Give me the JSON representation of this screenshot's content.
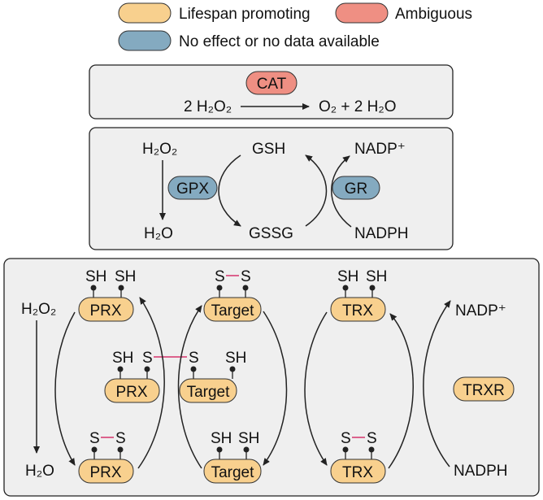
{
  "legend": {
    "lifespan_promoting": "Lifespan promoting",
    "ambiguous": "Ambiguous",
    "no_effect": "No effect or no data available"
  },
  "colors": {
    "lifespan_promoting": "#f8d08e",
    "ambiguous": "#ef8f83",
    "no_effect": "#84aac0",
    "panel_fill": "#efefef",
    "panel_stroke": "#222222",
    "disulfide": "#d6336c"
  },
  "catalase": {
    "enzyme": "CAT",
    "reaction_left": "2 H₂O₂",
    "reaction_right": "O₂ + 2 H₂O"
  },
  "glutathione": {
    "h2o2": "H₂O₂",
    "h2o": "H₂O",
    "gpx": "GPX",
    "gsh": "GSH",
    "gssg": "GSSG",
    "gr": "GR",
    "nadp": "NADP⁺",
    "nadph": "NADPH"
  },
  "thioredoxin": {
    "h2o2": "H₂O₂",
    "h2o": "H₂O",
    "prx": "PRX",
    "target": "Target",
    "trx": "TRX",
    "trxr": "TRXR",
    "nadp": "NADP⁺",
    "nadph": "NADPH",
    "sh": "SH",
    "s": "S"
  }
}
